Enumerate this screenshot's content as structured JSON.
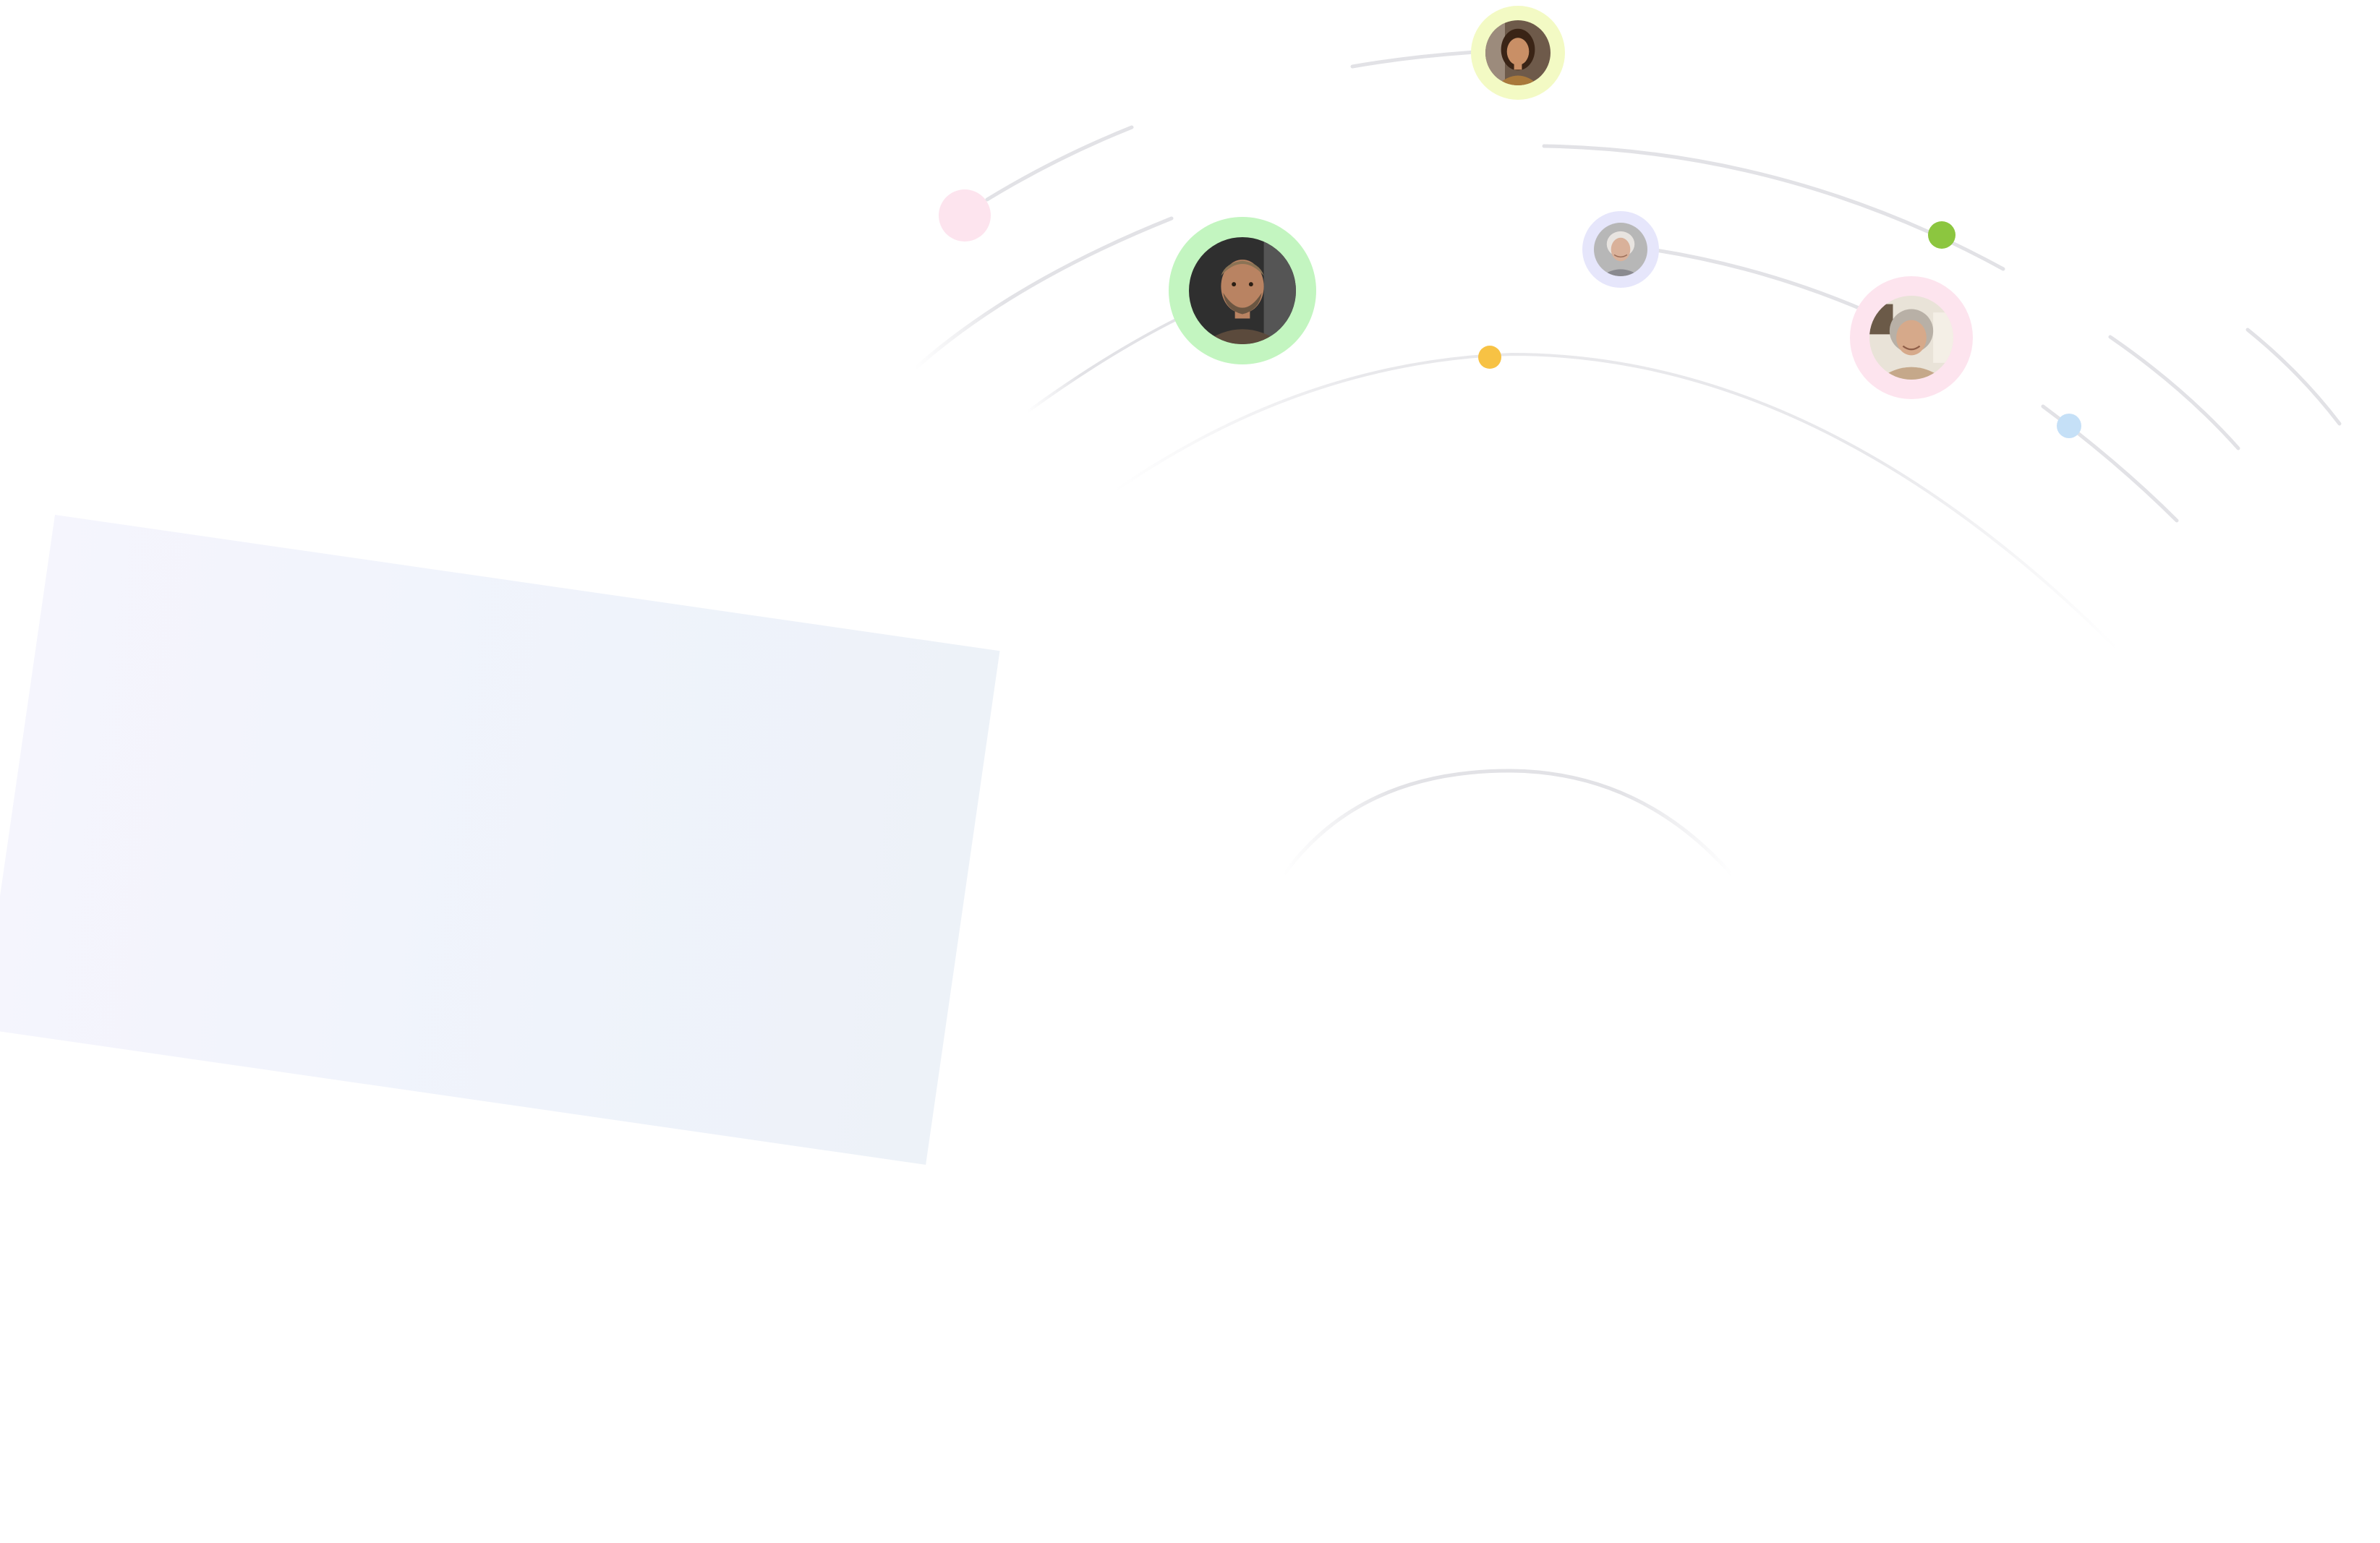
{
  "colors": {
    "arc": "#e2e2e6",
    "arc_faint": "#f0f0f3",
    "card_start": "#f5f5fd",
    "card_end": "#edf2f8"
  },
  "avatars": [
    {
      "id": "woman-dark-hair",
      "ring": "#f3fac4",
      "skin": "#c98f66",
      "hair": "#3a2416",
      "bg": "#6e5a4a",
      "shirt": "#a9793b"
    },
    {
      "id": "man-beard",
      "ring": "#c3f5c0",
      "skin": "#b98362",
      "hair": "#8b7355",
      "bg": "#2f2f2f",
      "shirt": "#5b4a3c"
    },
    {
      "id": "elderly-woman-white-hair",
      "ring": "#e6e6fb",
      "skin": "#d9b19a",
      "hair": "#e8e4e0",
      "bg": "#b7b7b7",
      "shirt": "#8a8a90"
    },
    {
      "id": "elderly-woman-gray-hair",
      "ring": "#fde4ee",
      "skin": "#d6a98a",
      "hair": "#b8b0a6",
      "bg": "#e9e3d8",
      "shirt": "#c5a88a"
    }
  ],
  "dots": [
    {
      "id": "pink-dot",
      "color": "#fde4ee"
    },
    {
      "id": "green-dot",
      "color": "#8cc63f"
    },
    {
      "id": "yellow-dot",
      "color": "#f7c244"
    },
    {
      "id": "blue-dot",
      "color": "#c5e0f7"
    }
  ]
}
